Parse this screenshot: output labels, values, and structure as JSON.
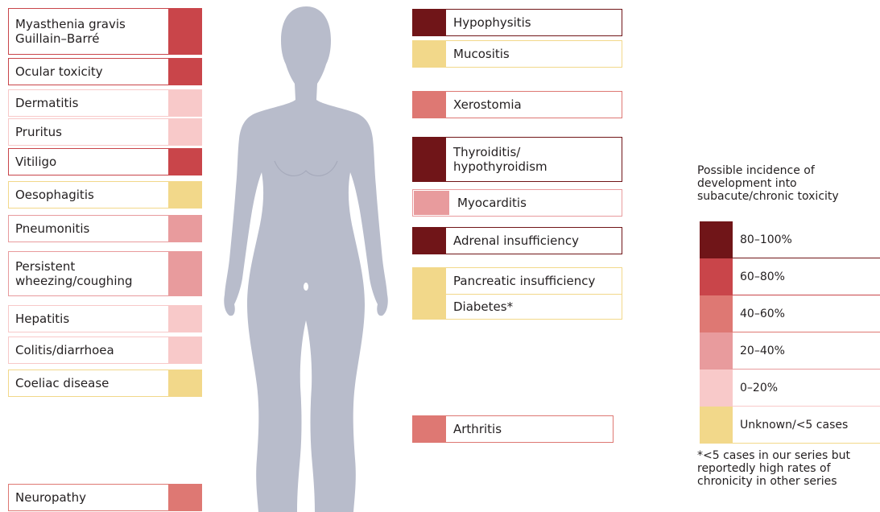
{
  "colors": {
    "c80_100": "#701518",
    "c60_80": "#c9454a",
    "c40_60": "#de7873",
    "c20_40": "#e89b9d",
    "c0_20": "#f8c9c9",
    "unknown": "#f2d88a",
    "body": "#b8bccb"
  },
  "left_items": [
    {
      "label": "Myasthenia gravis\nGuillain–Barré",
      "category": "60-80"
    },
    {
      "label": "Ocular toxicity",
      "category": "60-80"
    },
    {
      "label": "Dermatitis",
      "category": "0-20"
    },
    {
      "label": "Pruritus",
      "category": "0-20"
    },
    {
      "label": "Vitiligo",
      "category": "60-80"
    },
    {
      "label": "Oesophagitis",
      "category": "unknown"
    },
    {
      "label": "Pneumonitis",
      "category": "20-40"
    },
    {
      "label": "Persistent\nwheezing/coughing",
      "category": "20-40"
    },
    {
      "label": "Hepatitis",
      "category": "0-20"
    },
    {
      "label": "Colitis/diarrhoea",
      "category": "0-20"
    },
    {
      "label": "Coeliac disease",
      "category": "unknown"
    },
    {
      "label": "Neuropathy",
      "category": "40-60"
    }
  ],
  "right_items": [
    {
      "label": "Hypophysitis",
      "category": "80-100"
    },
    {
      "label": "Mucositis",
      "category": "unknown"
    },
    {
      "label": "Xerostomia",
      "category": "40-60"
    },
    {
      "label": "Thyroiditis/\nhypothyroidism",
      "category": "80-100"
    },
    {
      "label": "Myocarditis",
      "category": "20-40"
    },
    {
      "label": "Adrenal insufficiency",
      "category": "80-100"
    },
    {
      "label": "Pancreatic insufficiency",
      "category": "unknown"
    },
    {
      "label": "Diabetes*",
      "category": "unknown"
    },
    {
      "label": "Arthritis",
      "category": "40-60"
    }
  ],
  "legend": {
    "title": "Possible incidence of development into subacute/chronic toxicity",
    "items": [
      {
        "label": "80–100%",
        "category": "80-100"
      },
      {
        "label": "60–80%",
        "category": "60-80"
      },
      {
        "label": "40–60%",
        "category": "40-60"
      },
      {
        "label": "20–40%",
        "category": "20-40"
      },
      {
        "label": "0–20%",
        "category": "0-20"
      },
      {
        "label": "Unknown/<5 cases",
        "category": "unknown"
      }
    ]
  },
  "footnote": "*<5 cases in our series but reportedly high rates of chronicity in other series"
}
